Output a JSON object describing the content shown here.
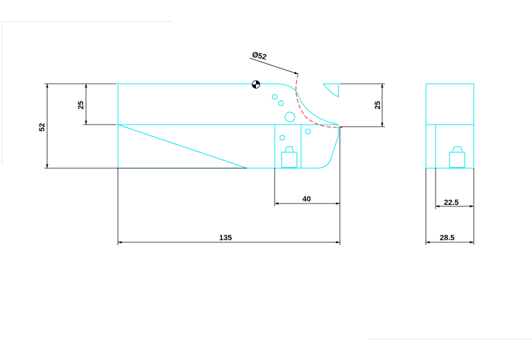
{
  "drawing": {
    "colors": {
      "geometry": "#00e5ee",
      "dimension": "#000000",
      "arc": "#e8202a",
      "background": "#ffffff"
    },
    "dimensions": {
      "diameter": "Ø52",
      "height_total": "52",
      "height_left": "25",
      "height_right": "25",
      "width_right_section": "40",
      "width_total": "135",
      "side_inner": "22.5",
      "side_outer": "28.5"
    },
    "symbols": {
      "center_of_gravity": "center-of-gravity-icon"
    }
  }
}
